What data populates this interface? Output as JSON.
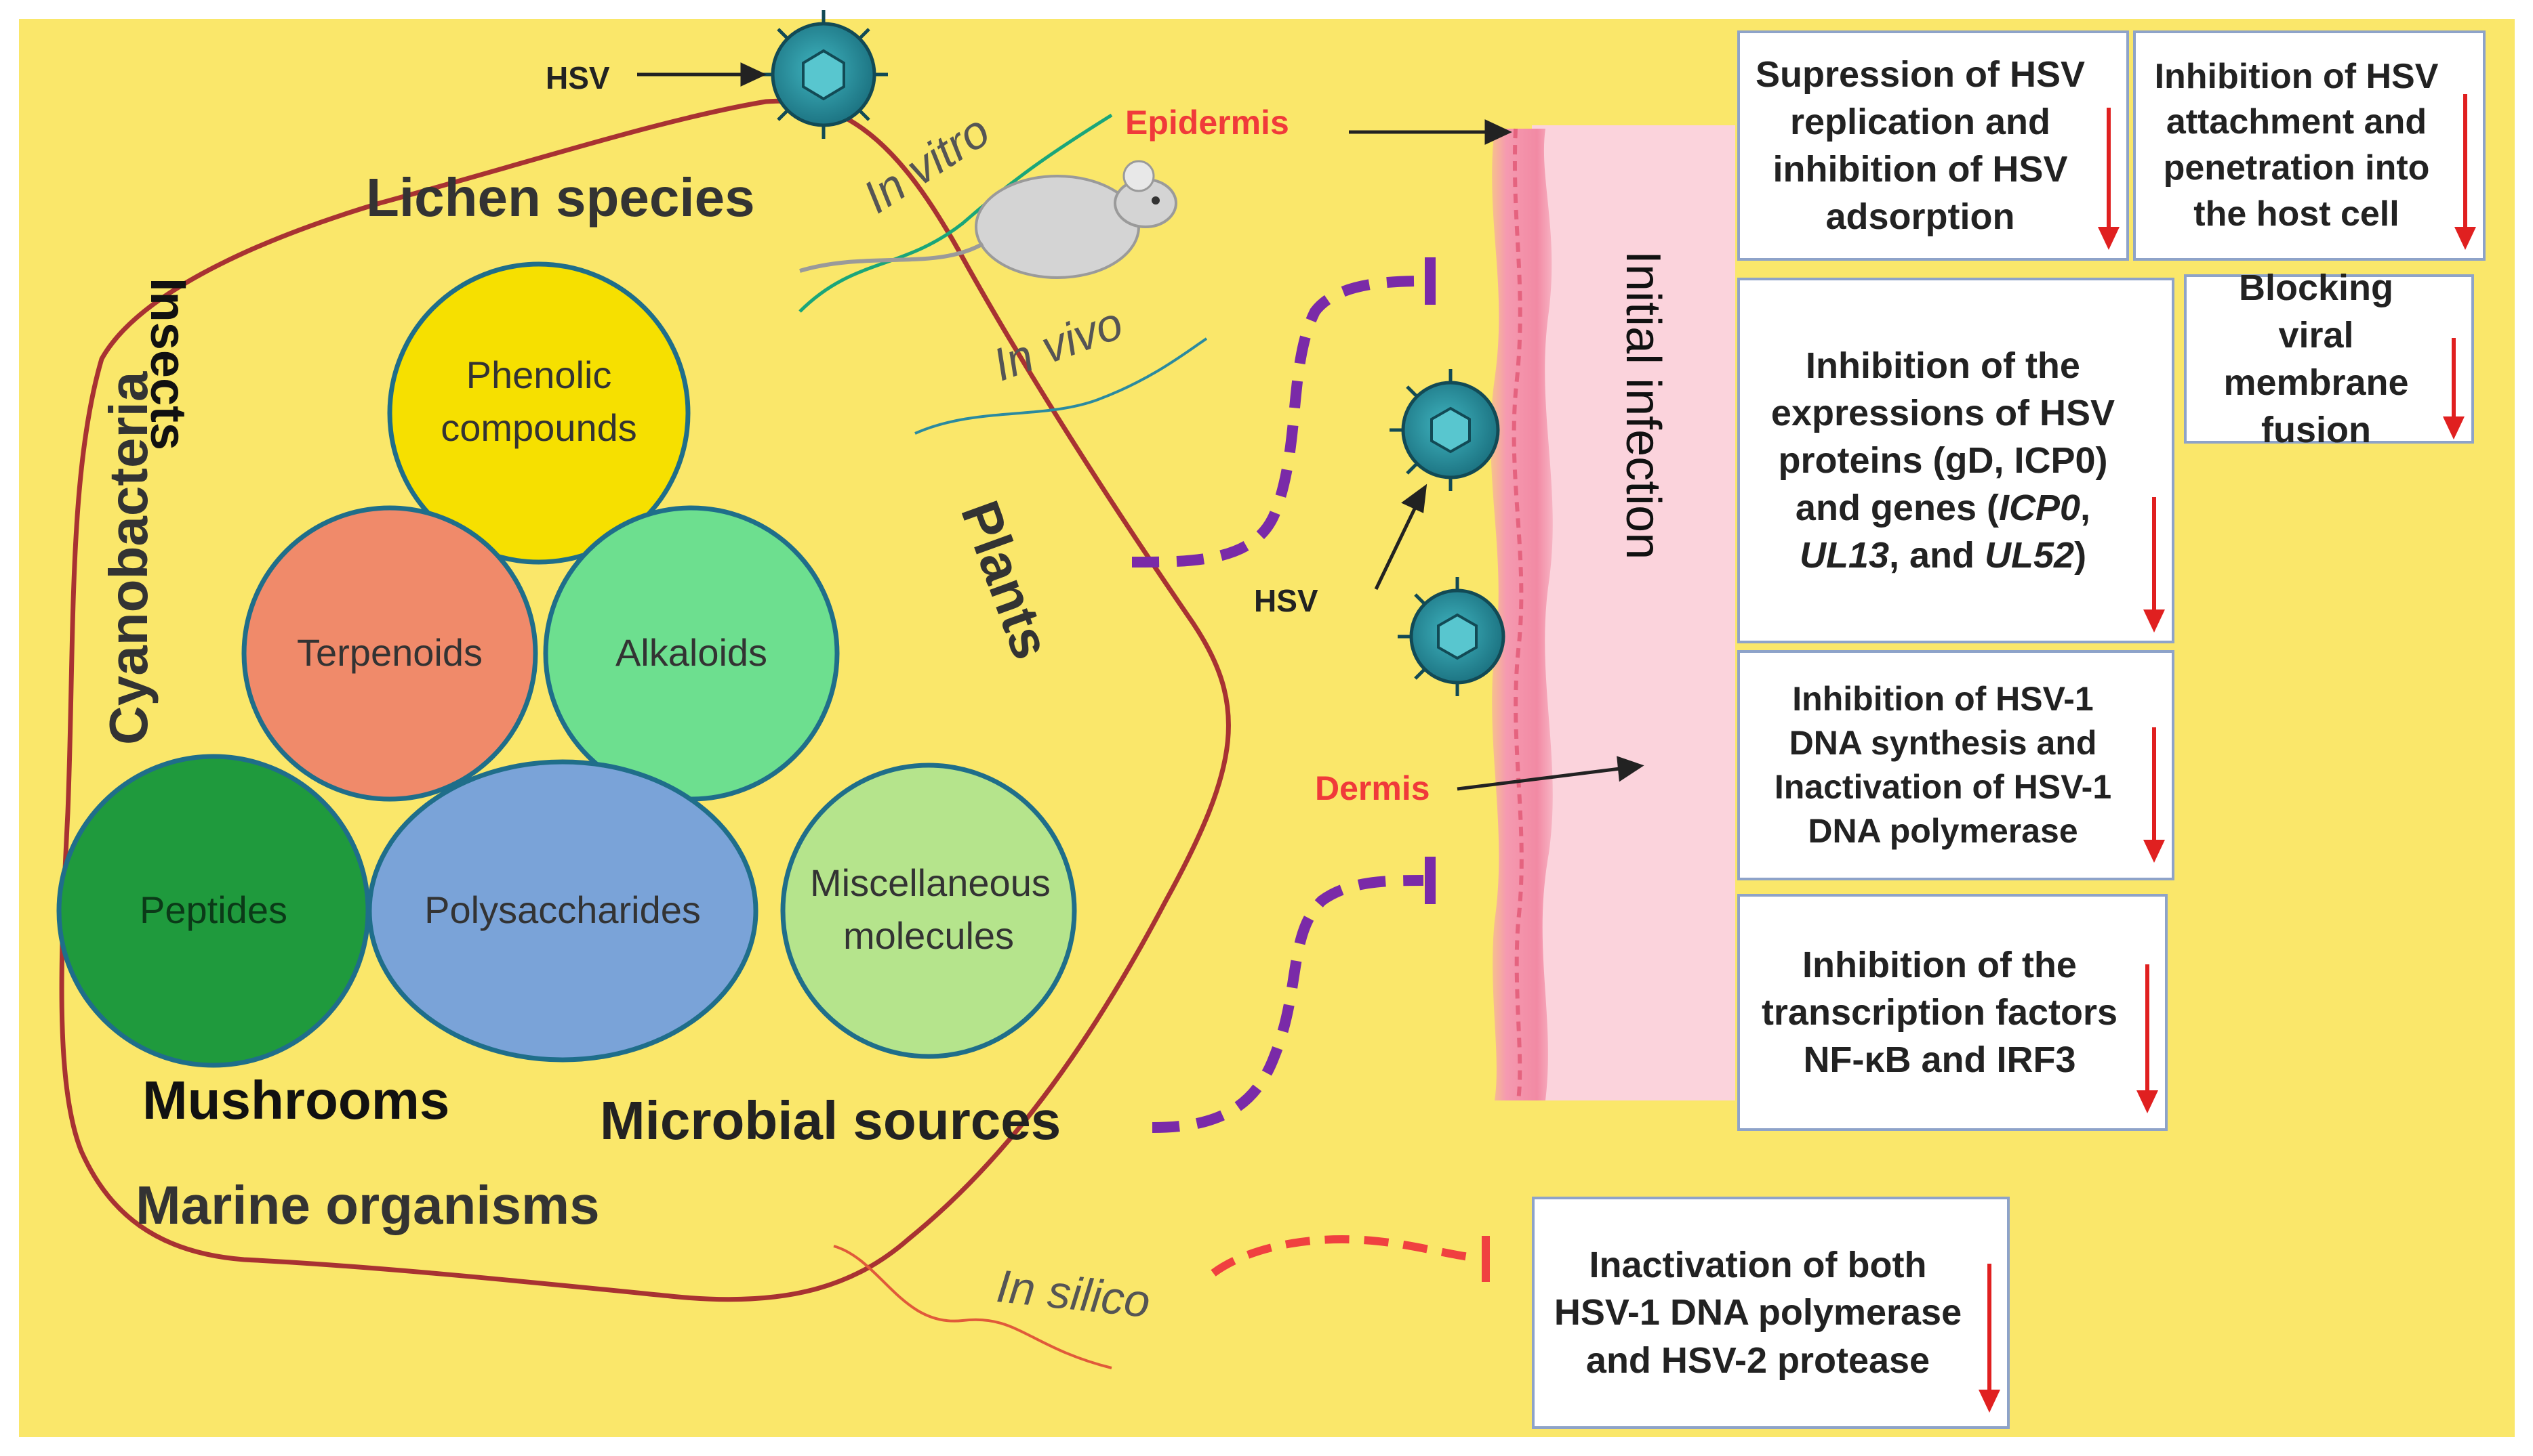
{
  "colors": {
    "background": "#fae76a",
    "outline": "#a83232",
    "phenolic": "#f6e000",
    "terpenoids": "#f08a6a",
    "alkaloids": "#6ddf8f",
    "peptides": "#1f9a3d",
    "polysaccharides": "#7aa3d8",
    "miscellaneous": "#b5e48c",
    "inhibit_arrow_purple": "#7a2aa8",
    "inhibit_arrow_red": "#f04040",
    "down_arrow": "#e02020",
    "skin": "#f59ab0",
    "infection_zone": "#fbd3dc"
  },
  "sources": {
    "lichen": "Lichen species",
    "insects": "Insects",
    "cyanobacteria": "Cyanobacteria",
    "plants": "Plants",
    "mushrooms": "Mushrooms",
    "microbial": "Microbial sources",
    "marine": "Marine organisms"
  },
  "compounds": {
    "phenolic": "Phenolic compounds",
    "terpenoids": "Terpenoids",
    "alkaloids": "Alkaloids",
    "peptides": "Peptides",
    "polysaccharides": "Polysaccharides",
    "miscellaneous": "Miscellaneous molecules"
  },
  "methods": {
    "in_vitro": "In vitro",
    "in_vivo": "In vivo",
    "in_silico": "In silico"
  },
  "labels": {
    "hsv_top": "HSV",
    "hsv_mid": "HSV",
    "epidermis": "Epidermis",
    "dermis": "Dermis",
    "initial_infection": "Initial infection"
  },
  "icons": [
    "hsv-virus-icon",
    "mouse-icon",
    "skin-layer-icon",
    "down-arrow-icon",
    "inhibition-arrow-icon"
  ],
  "mechanisms": {
    "m1": "Supression of HSV replication and inhibition of HSV adsorption",
    "m2": "Inhibition of HSV attachment and penetration into the host cell",
    "m3_a": "Inhibition of the expressions of HSV proteins (gD, ICP0) and genes (",
    "m3_g1": "ICP0",
    "m3_c1": ", ",
    "m3_g2": "UL13",
    "m3_c2": ", and ",
    "m3_g3": "UL52",
    "m3_c3": ")",
    "m4": "Blocking viral membrane fusion",
    "m5": "Inhibition of HSV-1 DNA synthesis and Inactivation of HSV-1 DNA polymerase",
    "m6": "Inhibition of the transcription factors NF-κB and IRF3",
    "m7": "Inactivation of both HSV-1 DNA polymerase and HSV-2 protease"
  }
}
